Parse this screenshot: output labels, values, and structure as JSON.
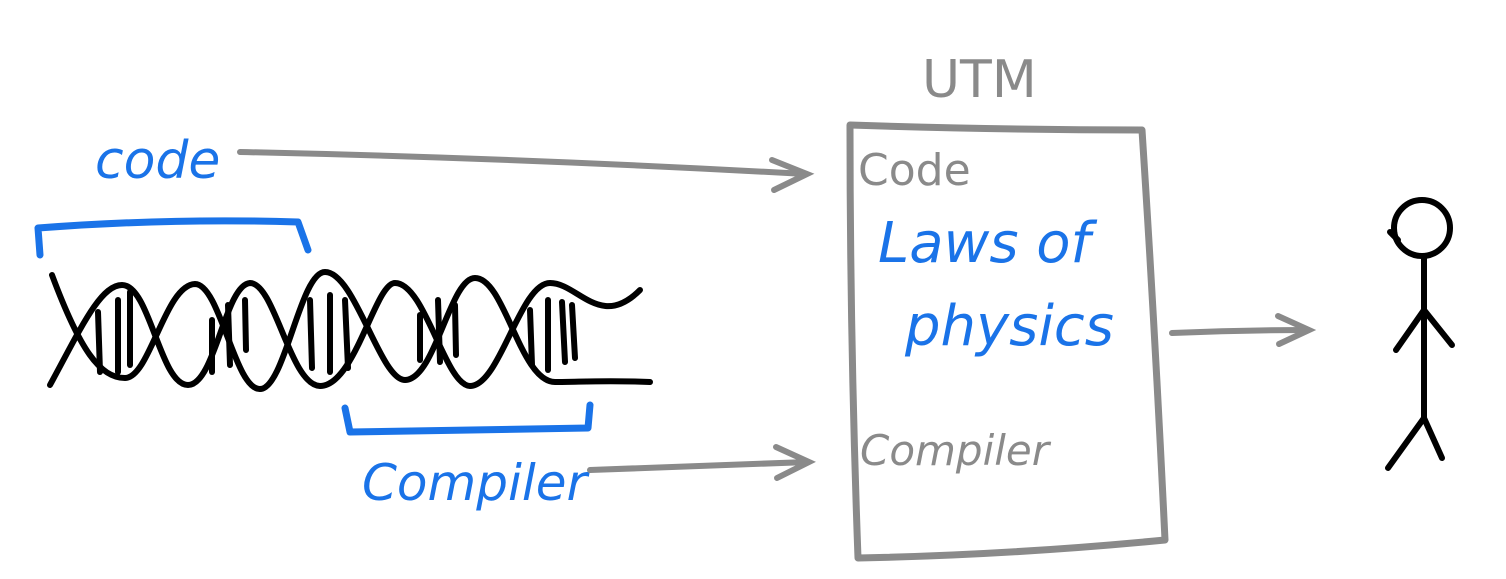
{
  "labels": {
    "code_blue": "code",
    "compiler_blue": "Compiler",
    "utm_title": "UTM",
    "utm_code": "Code",
    "utm_laws_line1": "Laws of",
    "utm_laws_line2": "physics",
    "utm_compiler": "Compiler"
  },
  "colors": {
    "blue": "#1a73e8",
    "gray": "#8a8a8a",
    "black": "#000000"
  },
  "icons": {
    "dna": "dna-double-helix-icon",
    "person": "stick-figure-person-icon"
  }
}
